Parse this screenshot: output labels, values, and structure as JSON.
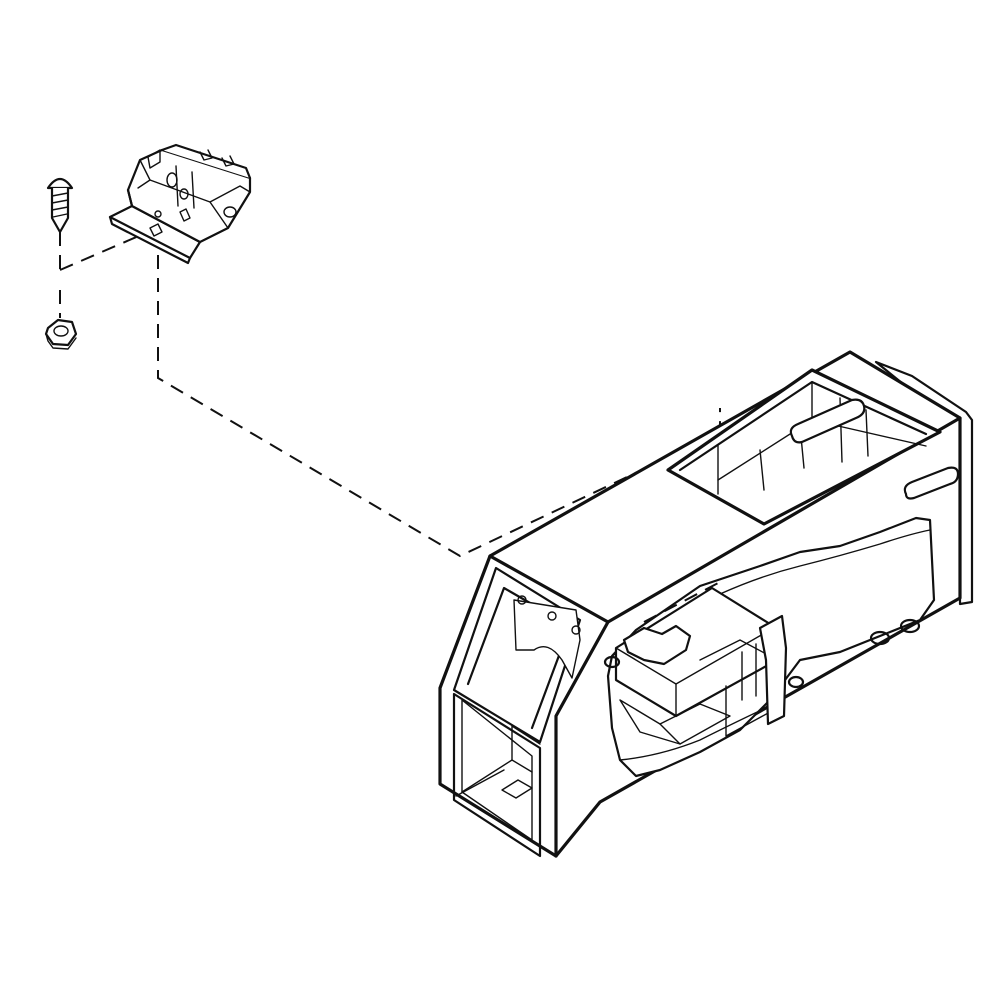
{
  "diagram": {
    "parts": [
      {
        "id": "screw",
        "icon": "screw-icon"
      },
      {
        "id": "hex-nut",
        "icon": "hex-nut-icon"
      },
      {
        "id": "bracket",
        "icon": "mounting-bracket-icon"
      },
      {
        "id": "housing",
        "icon": "dispenser-housing-icon"
      }
    ],
    "colors": {
      "ink": "#111111",
      "background": "#ffffff"
    }
  }
}
